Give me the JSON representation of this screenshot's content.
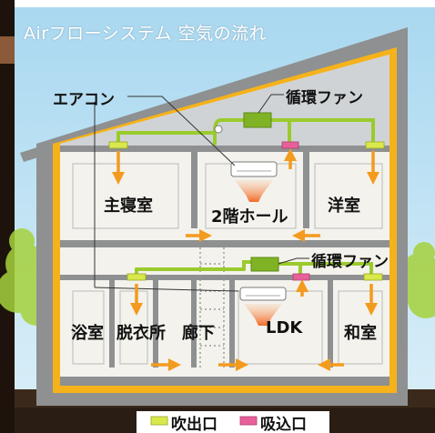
{
  "title": "Airフローシステム 空気の流れ",
  "labels": {
    "aircon": "エアコン",
    "fan_top": "循環ファン",
    "fan_bottom": "循環ファン"
  },
  "rooms": {
    "master_bedroom": "主寝室",
    "hall_2f": "2階ホール",
    "western_room": "洋室",
    "bathroom": "浴室",
    "dressing_room": "脱衣所",
    "corridor": "廊下",
    "ldk": "LDK",
    "japanese_room": "和室"
  },
  "legend": {
    "outlet": "吹出口",
    "inlet": "吸込口"
  },
  "colors": {
    "sky": "#bfe2f4",
    "house_frame": "#8f9091",
    "wall_interior": "#f4f2ec",
    "insulation": "#f5b21a",
    "duct": "#9acb2c",
    "outlet": "#d9e84a",
    "inlet": "#e8609a",
    "arrow": "#f39b1e",
    "tree": "#a6d23c",
    "earth": "#3b2a1c"
  }
}
